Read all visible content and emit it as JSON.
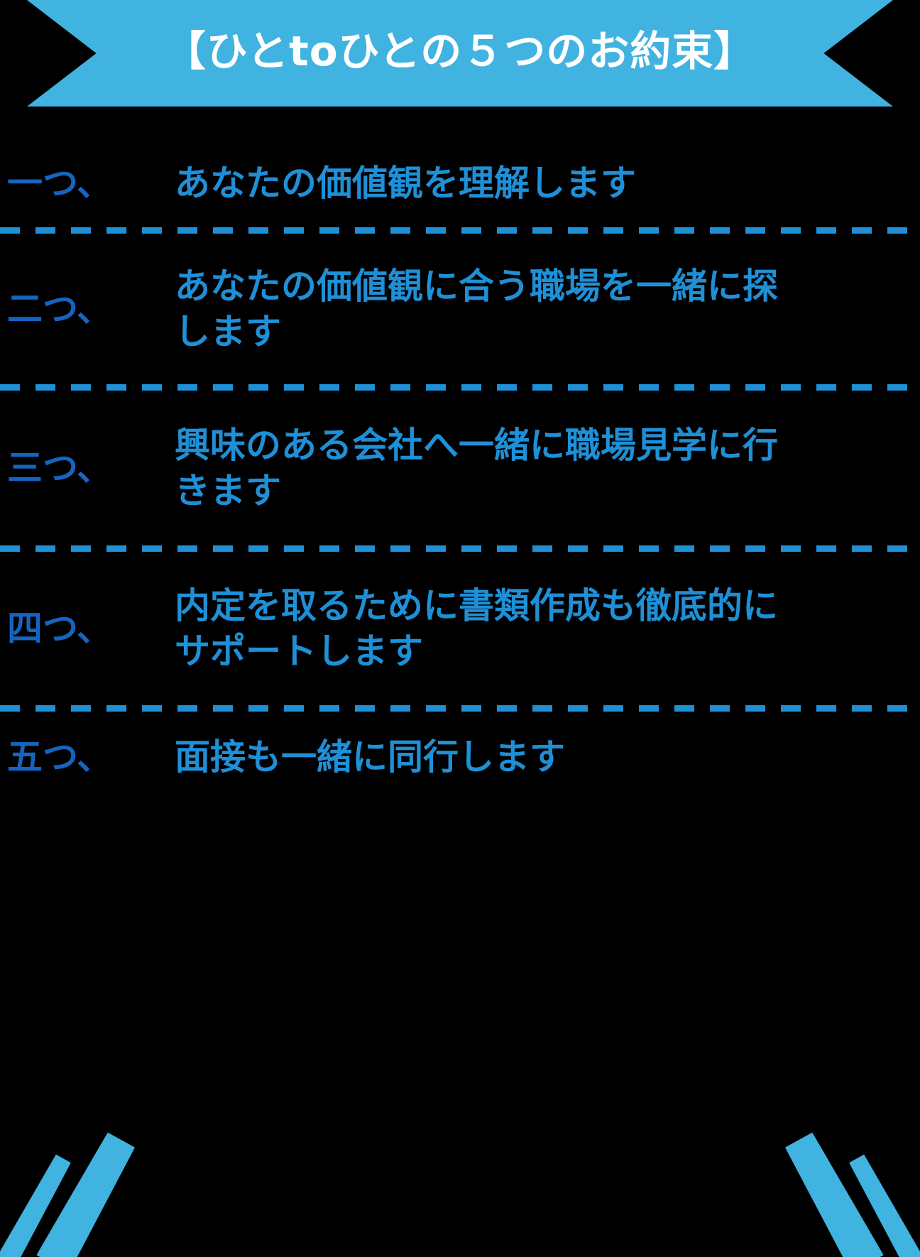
{
  "banner": {
    "title": "【ひとtoひとの５つのお約束】",
    "background_color": "#41b3e0",
    "text_color": "#ffffff"
  },
  "colors": {
    "page_background": "#000000",
    "accent_blue": "#41b3e0",
    "text_blue": "#1f8fd6",
    "index_blue": "#1565c0"
  },
  "promises": [
    {
      "index_label": "一つ、",
      "line1": "あなたの価値観を理解します",
      "line2": ""
    },
    {
      "index_label": "二つ、",
      "line1": "あなたの価値観に合う職場を一緒に探",
      "line2": "します"
    },
    {
      "index_label": "三つ、",
      "line1": "興味のある会社へ一緒に職場見学に行",
      "line2": "きます"
    },
    {
      "index_label": "四つ、",
      "line1": "内定を取るために書類作成も徹底的に",
      "line2": "サポートします"
    },
    {
      "index_label": "五つ、",
      "line1": "面接も一緒に同行します",
      "line2": ""
    }
  ],
  "decorations": {
    "bottom_left": "diagonal-strokes",
    "bottom_right": "diagonal-strokes"
  }
}
